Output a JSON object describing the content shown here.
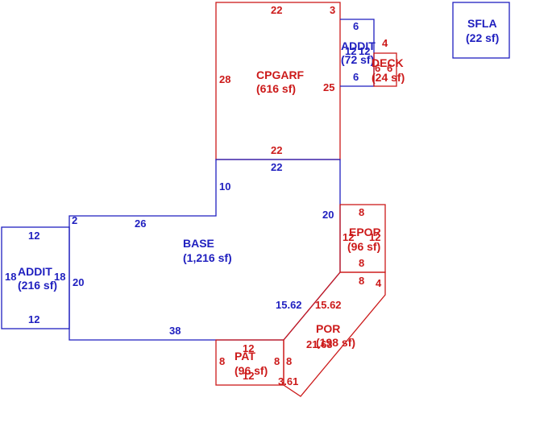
{
  "areas": {
    "cpgarf": {
      "name": "CPGARF",
      "area": "(616 sf)"
    },
    "addit_top": {
      "name": "ADDIT",
      "area": "(72 sf)"
    },
    "deck": {
      "name": "DECK",
      "area": "(24 sf)"
    },
    "sfla": {
      "name": "SFLA",
      "area": "(22 sf)"
    },
    "base": {
      "name": "BASE",
      "area": "(1,216 sf)"
    },
    "addit_left": {
      "name": "ADDIT",
      "area": "(216 sf)"
    },
    "epor": {
      "name": "EPOR",
      "area": "(96 sf)"
    },
    "por": {
      "name": "POR",
      "area": "(198 sf)"
    },
    "pat": {
      "name": "PAT",
      "area": "(96 sf)"
    }
  },
  "dims": {
    "cp_top": "22",
    "cp_top_right": "3",
    "cp_left": "28",
    "cp_right": "25",
    "cp_bottom": "22",
    "ad_top": "6",
    "ad_mid": "12",
    "ad_mid2": "12",
    "ad_bottom": "6",
    "dk_top": "4",
    "dk_mid": "6",
    "dk_mid2": "6",
    "base_top": "22",
    "base_left_upper": "10",
    "base_notch": "2",
    "base_step": "26",
    "base_right": "20",
    "base_bottom": "38",
    "base_diag": "15.62",
    "al_top": "12",
    "al_left": "18",
    "al_right": "18",
    "al_bottom": "12",
    "al_side": "20",
    "ep_top": "8",
    "ep_left": "12",
    "ep_right": "12",
    "ep_bottom": "8",
    "por_top": "8",
    "por_right": "4",
    "por_diag": "15.62",
    "por_inner": "21.63",
    "por_bottom": "3.61",
    "por_left": "8",
    "pat_top": "12",
    "pat_left": "8",
    "pat_right": "8",
    "pat_bottom": "12"
  },
  "colors": {
    "blue": "#1f1fbf",
    "red": "#cc1a1a"
  }
}
